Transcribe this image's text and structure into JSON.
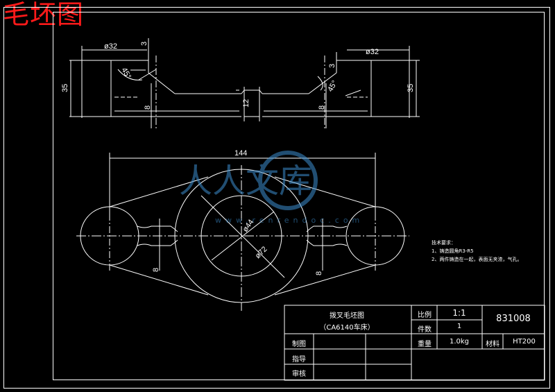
{
  "page_title": "毛坯图",
  "dimensions": {
    "top_left_diameter": "ø32",
    "top_right_diameter": "ø32",
    "top_left_height": "35",
    "top_right_height": "35",
    "top_left_3": "3",
    "top_right_3": "3",
    "top_left_angle": "45°",
    "top_right_angle": "45°",
    "top_left_8": "8",
    "top_right_8": "8",
    "top_center_12": "12",
    "length_144": "144",
    "bore_144": "ø44",
    "outer_72": "ø72",
    "bottom_left_8": "8",
    "bottom_right_8": "8"
  },
  "notes": {
    "title": "技术要求：",
    "line1": "1、铸造圆角R3-R5",
    "line2": "2、两件铸造在一起，表面无夹渣，气孔。"
  },
  "title_block": {
    "part_name": "拨叉毛坯图",
    "machine": "（CA6140车床）",
    "scale_label": "比例",
    "scale_value": "1:1",
    "qty_label": "件数",
    "qty_value": "1",
    "drawing_no": "831008",
    "weight_label": "重量",
    "weight_value": "1.0kg",
    "material_label": "材料",
    "material_value": "HT200",
    "drawn_label": "制图",
    "guide_label": "指导",
    "review_label": "审核"
  },
  "watermark": {
    "text": "人人文库",
    "url": "www.renrendoc.com"
  }
}
